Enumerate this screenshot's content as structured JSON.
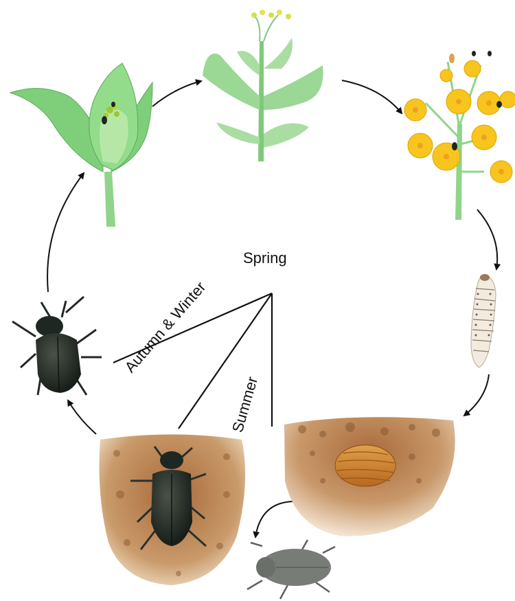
{
  "labels": {
    "spring": "Spring",
    "autumn_winter": "Autumn & Winter",
    "summer": "Summer"
  },
  "stages": [
    "beetle-on-bud-icon",
    "rapeseed-plant-icon",
    "flowering-rapeseed-icon",
    "larva-icon",
    "pupa-in-soil-icon",
    "new-beetle-icon",
    "overwintering-beetle-in-soil-icon",
    "adult-beetle-icon"
  ],
  "colors": {
    "plant_green": "#7fcf7a",
    "flower_yellow": "#f7c51e",
    "beetle_black": "#1f2722",
    "soil_brown": "#c98f5a",
    "arrow": "#111111"
  }
}
